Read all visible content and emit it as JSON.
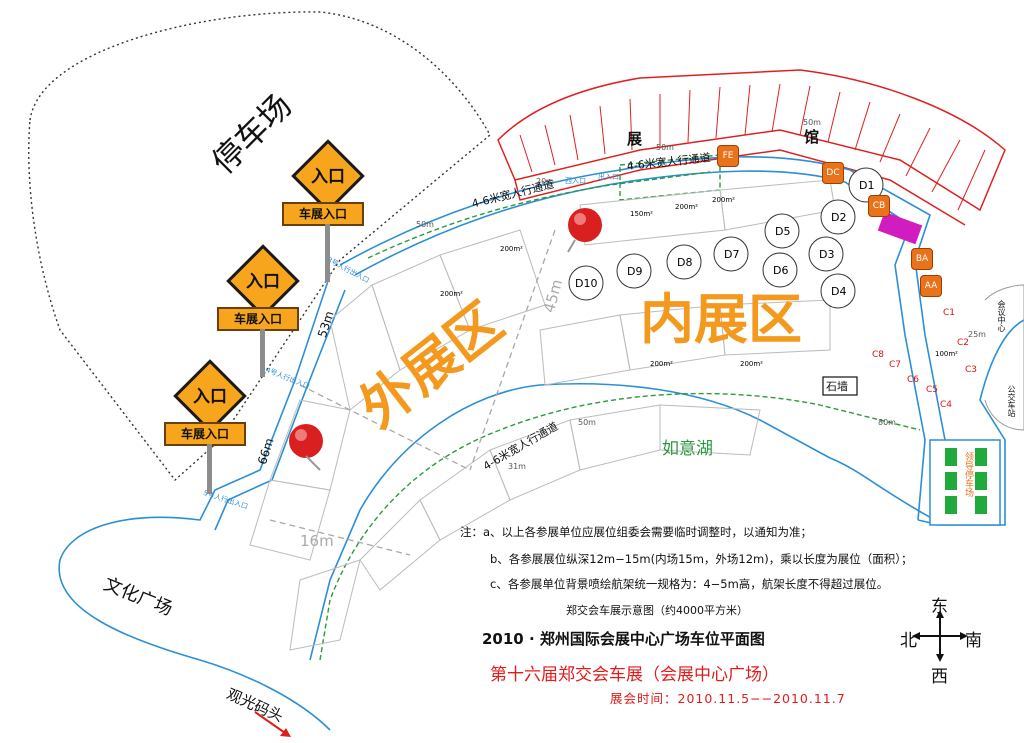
{
  "zones": {
    "outer": "外展区",
    "inner": "内展区",
    "parking": "停车场",
    "culture_square": "文化广场",
    "lake": "如意湖",
    "pier": "观光码头",
    "hall": [
      "展",
      "馆"
    ],
    "stone_wall": "石墙",
    "bus_stop": "公交车站",
    "conference": "会议中心",
    "entry_signs": [
      {
        "top": "入口",
        "plate": "车展入口"
      },
      {
        "top": "入口",
        "plate": "车展入口"
      },
      {
        "top": "入口",
        "plate": "车展入口"
      }
    ]
  },
  "walkways": [
    "4-6米宽人行通道",
    "4-6米宽人行通道",
    "4-6米宽人行通道"
  ],
  "entrances": {
    "east_in": "西入口",
    "east_out": "出入口",
    "gate3": "3号人行出入口",
    "gate4": "4号人行出入口",
    "gate5": "5号人行出入口"
  },
  "dimensions": [
    "20m",
    "50m",
    "50m",
    "50m",
    "45m",
    "53m",
    "66m",
    "16m",
    "50m",
    "80m",
    "31m",
    "25m"
  ],
  "booths": {
    "circles": [
      "D1",
      "D2",
      "D3",
      "D4",
      "D5",
      "D6",
      "D7",
      "D8",
      "D9",
      "D10"
    ],
    "hex": [
      "FE",
      "DC",
      "CB",
      "BA",
      "AA"
    ],
    "c_slots": [
      "C1",
      "C2",
      "C3",
      "C4",
      "C5",
      "C6",
      "C7",
      "C8"
    ],
    "area_200": "200m²",
    "area_150": "150m²",
    "area_100": "100m²"
  },
  "notes": [
    "注：a、以上各参展单位应展位组委会需要临时调整时，以通知为准；",
    "b、各参展展位纵深12m−15m(内场15m，外场12m)，乘以长度为展位（面积）；",
    "c、各参展单位背景喷绘航架统一规格为：4−5m高，航架长度不得超过展位。"
  ],
  "caption": "郑交会车展示意图（约4000平方米）",
  "title": "2010 · 郑州国际会展中心广场车位平面图",
  "subtitle": "第十六届郑交会车展（会展中心广场）",
  "dates": "展会时间：2010.11.5−−2010.11.7",
  "compass": {
    "north": "北",
    "south": "南",
    "east": "东",
    "west": "西"
  },
  "lot_label": "领导停车场",
  "colors": {
    "hall": "#e02020",
    "lane": "#2b8fd6",
    "zone": "#f39a1e",
    "route": "#2a9a3b",
    "accent": "#e31b1b"
  }
}
